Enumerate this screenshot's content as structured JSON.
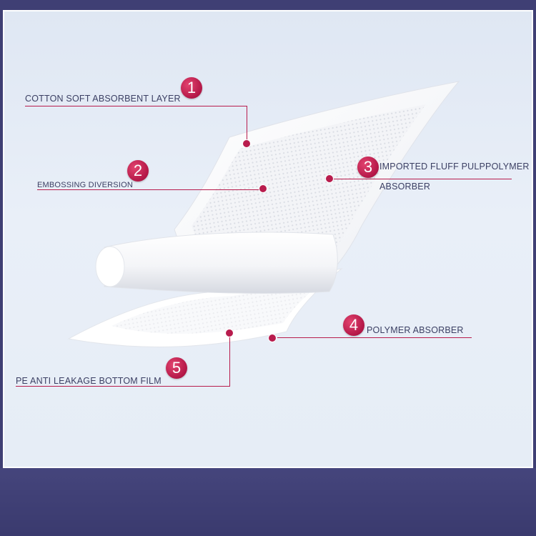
{
  "callouts": [
    {
      "number": "1",
      "label": "COTTON SOFT ABSORBENT LAYER"
    },
    {
      "number": "2",
      "label": "EMBOSSING DIVERSION"
    },
    {
      "number": "3",
      "label_line1": "IMPORTED FLUFF PULPPOLYMER",
      "label_line2": "ABSORBER"
    },
    {
      "number": "4",
      "label": "POLYMER ABSORBER"
    },
    {
      "number": "5",
      "label": "PE ANTI LEAKAGE BOTTOM FILM"
    }
  ],
  "colors": {
    "accent": "#b81c4d",
    "panel_background": "#e6edf6",
    "frame": "#3f3f74",
    "label_text": "#3b3f63"
  }
}
